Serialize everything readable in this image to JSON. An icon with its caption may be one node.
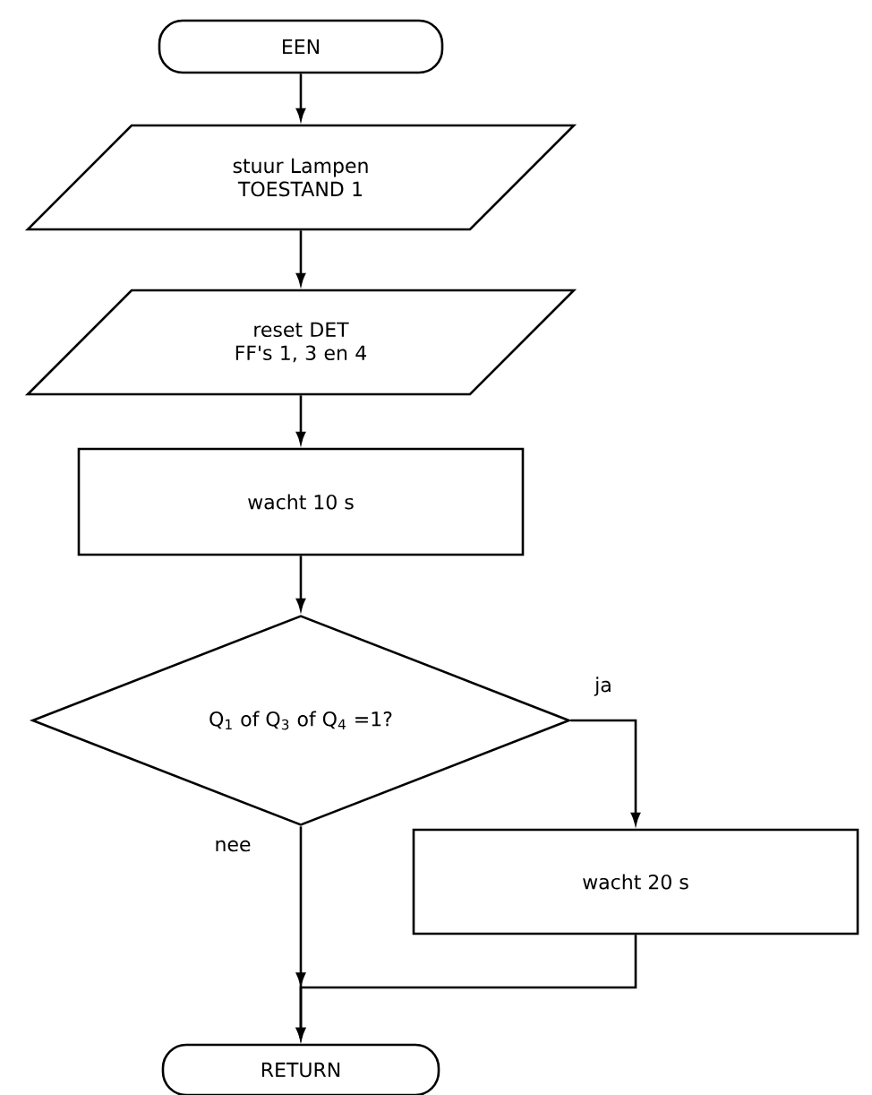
{
  "diagram": {
    "nodes": [
      {
        "text": [
          "EEN"
        ]
      },
      {
        "text": [
          "stuur Lampen TOESTAND 1"
        ]
      },
      {
        "text": [
          "reset DET FF's 1, 3 en 4"
        ]
      },
      {
        "text": [
          "wacht 10 s"
        ]
      },
      {
        "text": [
          "Q$_{1}$ of Q$_{3}$ of Q$_{4}$ =1?"
        ]
      },
      {
        "text": [
          "wacht 20 s"
        ]
      },
      {
        "text": [
          "RETURN"
        ]
      }
    ],
    "edges": [
      {
        "from": 0,
        "to": 1,
        "arrow": "to"
      },
      {
        "from": 1,
        "to": 2,
        "arrow": "to"
      },
      {
        "from": 2,
        "to": 3,
        "arrow": "to"
      },
      {
        "from": 3,
        "to": 4,
        "arrow": "to"
      },
      {
        "from": 4,
        "to": 5,
        "arrow": "to",
        "label": "ja"
      },
      {
        "from": 4,
        "to": 6,
        "arrow": "to",
        "label": "nee"
      },
      {
        "from": 5,
        "to": 6,
        "arrow": "to"
      }
    ]
  }
}
